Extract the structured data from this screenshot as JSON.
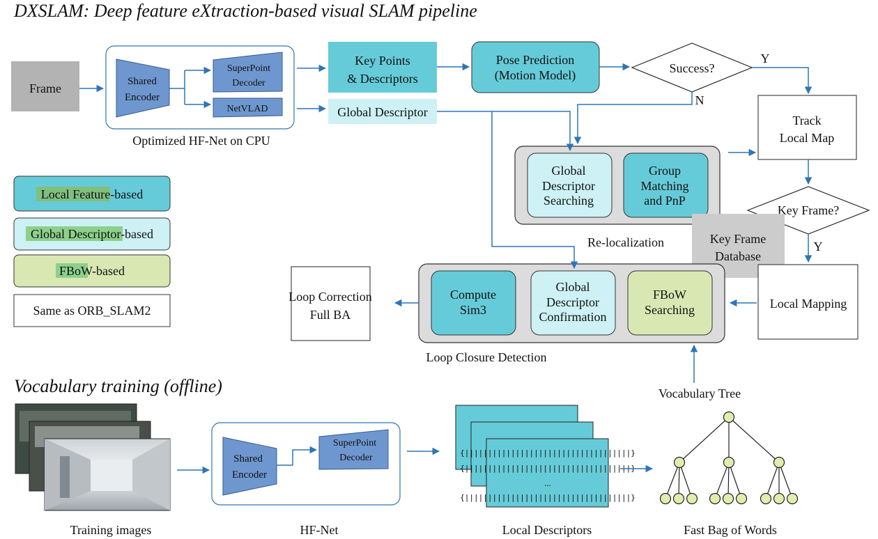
{
  "title": "DXSLAM: Deep feature eXtraction-based visual SLAM pipeline",
  "offline_title": "Vocabulary training (offline)",
  "nodes": {
    "frame": "Frame",
    "shared_encoder": [
      "Shared",
      "Encoder"
    ],
    "superpoint_decoder": [
      "SuperPoint",
      "Decoder"
    ],
    "netvlad": "NetVLAD",
    "hfnet_caption": "Optimized HF-Net on CPU",
    "key_points": [
      "Key Points",
      "& Descriptors"
    ],
    "global_descriptor": "Global Descriptor",
    "pose_prediction": [
      "Pose Prediction",
      "(Motion Model)"
    ],
    "success": "Success?",
    "yes": "Y",
    "no": "N",
    "track_local_map": [
      "Track",
      "Local Map"
    ],
    "key_frame": "Key Frame?",
    "yes2": "Y",
    "global_descriptor_searching": [
      "Global",
      "Descriptor",
      "Searching"
    ],
    "group_matching": [
      "Group",
      "Matching",
      "and PnP"
    ],
    "relocalization": "Re-localization",
    "key_frame_database": [
      "Key Frame",
      "Database"
    ],
    "local_mapping": "Local Mapping",
    "compute_sim3": [
      "Compute",
      "Sim3"
    ],
    "global_descriptor_confirmation": [
      "Global",
      "Descriptor",
      "Confirmation"
    ],
    "fbow_searching": [
      "FBoW",
      "Searching"
    ],
    "loop_closure_detection": "Loop Closure Detection",
    "loop_correction": [
      "Loop Correction",
      "Full BA"
    ],
    "vocabulary_tree": "Vocabulary Tree"
  },
  "legend": {
    "local_feature": {
      "highlight": "Local Feature",
      "rest": "-based"
    },
    "global_descriptor": {
      "highlight": "Global Descriptor",
      "rest": "-based"
    },
    "fbow": {
      "highlight": "FBoW",
      "rest": "-based"
    },
    "orb": "Same as ORB_SLAM2"
  },
  "offline": {
    "shared_encoder": [
      "Shared",
      "Encoder"
    ],
    "superpoint_decoder": [
      "SuperPoint",
      "Decoder"
    ],
    "desc_row": "{||||||||||||||||||||||||||||||||||||}",
    "desc_dots": "...",
    "captions": {
      "training_images": "Training images",
      "hfnet": "HF-Net",
      "local_descriptors": "Local Descriptors",
      "fast_bow": "Fast Bag of Words"
    }
  },
  "colors": {
    "local_feature": "#66cbd8",
    "global_descriptor": "#cdf1f5",
    "fbow": "#d9e8b3",
    "network_block": "#6f97cf",
    "gray": "#b3b3b3",
    "arrow": "#2e75b6",
    "highlight": "#7fbf7f",
    "tree_node": "#dfeeae"
  }
}
